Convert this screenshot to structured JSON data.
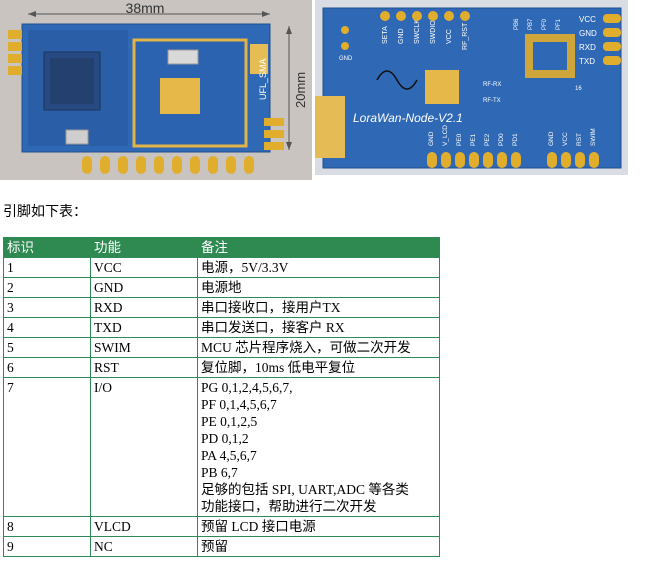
{
  "photos": {
    "left": {
      "dimension_width": "38mm",
      "dimension_height": "20mm",
      "antenna_label": "UFL_SMA"
    },
    "right": {
      "board_name": "LoraWan-Node-V2.1",
      "top_pins": [
        "SETA",
        "GND",
        "SWCLK",
        "SWDIO",
        "VCC",
        "RF_RST"
      ],
      "small_pins": [
        "PB6",
        "PB7",
        "PF0",
        "PF1"
      ],
      "right_pins": [
        "VCC",
        "GND",
        "RXD",
        "TXD"
      ],
      "bottom_pins": [
        "GND",
        "V_LCD",
        "PE0",
        "PE1",
        "PE2",
        "PD0",
        "PD1",
        "GND",
        "VCC",
        "RST",
        "SWIM"
      ],
      "gnd_label": "GND",
      "rf_rx": "RF-RX",
      "rf_tx": "RF-TX",
      "pin_16": "16"
    }
  },
  "intro": "引脚如下表：",
  "table": {
    "headers": [
      "标识",
      "功能",
      "备注"
    ],
    "rows": [
      {
        "id": "1",
        "func": "VCC",
        "note": [
          "电源，5V/3.3V"
        ]
      },
      {
        "id": "2",
        "func": "GND",
        "note": [
          "电源地"
        ]
      },
      {
        "id": "3",
        "func": "RXD",
        "note": [
          "串口接收口，接用户TX"
        ]
      },
      {
        "id": "4",
        "func": "TXD",
        "note": [
          "串口发送口，接客户 RX"
        ]
      },
      {
        "id": "5",
        "func": "SWIM",
        "note": [
          "MCU 芯片程序烧入，可做二次开发"
        ]
      },
      {
        "id": "6",
        "func": "RST",
        "note": [
          "复位脚，10ms 低电平复位"
        ]
      },
      {
        "id": "7",
        "func": "I/O",
        "note": [
          "PG 0,1,2,4,5,6,7,",
          "PF 0,1,4,5,6,7",
          "PE 0,1,2,5",
          "PD 0,1,2",
          "PA 4,5,6,7",
          "PB 6,7",
          "足够的包括 SPI, UART,ADC 等各类",
          "功能接口，帮助进行二次开发"
        ]
      },
      {
        "id": "8",
        "func": "VLCD",
        "note": [
          "预留 LCD 接口电源"
        ]
      },
      {
        "id": "9",
        "func": "NC",
        "note": [
          "预留"
        ]
      }
    ]
  }
}
